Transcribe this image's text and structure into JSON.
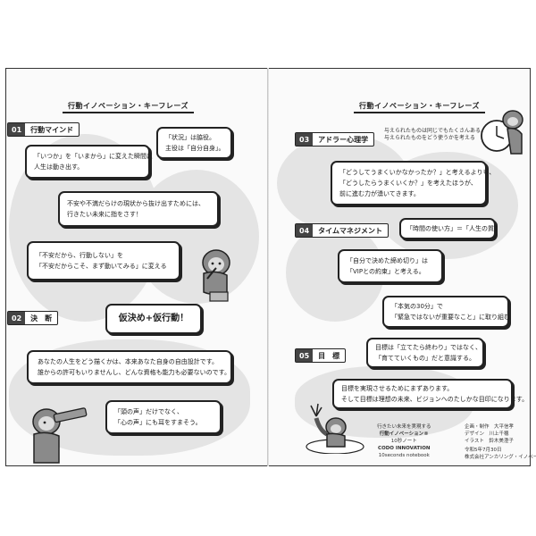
{
  "left_page": {
    "header": "行動イノベーション・キーフレーズ",
    "sections": [
      {
        "num": "01",
        "label": "行動マインド"
      },
      {
        "num": "02",
        "label": "決　断"
      }
    ],
    "bubbles": {
      "jokyo": [
        "「状況」は脇役。",
        "主役は「自分自身」。"
      ],
      "itsuka": [
        "「いつか」を「いまから」に変えた瞬間に",
        "人生は動き出す。"
      ],
      "fuan": [
        "不安や不満だらけの現状から抜け出すためには、",
        "行きたい未来に指をさす！"
      ],
      "fuan_dakara": [
        "「不安だから、行動しない」を",
        "「不安だからこそ、まず動いてみる」に変える"
      ],
      "karikime": "仮決め+仮行動！",
      "jinsei": [
        "あなたの人生をどう描くかは、本来あなた自身の自由設計です。",
        "誰からの許可もいりませんし、どんな資格も能力も必要ないのです。"
      ],
      "atama": [
        "「頭の声」だけでなく、",
        "「心の声」にも耳をすまそう。"
      ]
    }
  },
  "right_page": {
    "header": "行動イノベーション・キーフレーズ",
    "sections": [
      {
        "num": "03",
        "label": "アドラー心理学"
      },
      {
        "num": "04",
        "label": "タイムマネジメント"
      },
      {
        "num": "05",
        "label": "目　標"
      }
    ],
    "bubbles": {
      "ataerareta": [
        "与えられたものは同じでもたくさんある。",
        "与えられたものをどう使うかを考える"
      ],
      "doushite": [
        "「どうしてうまくいかなかったか？」と考えるよりも、",
        "「どうしたらうまくいくか？」を考えたほうが、",
        "前に進む力が湧いてきます。"
      ],
      "jikan": "「時間の使い方」＝「人生の質」",
      "shimekiri": [
        "「自分で決めた締め切り」は",
        "「VIPとの約束」と考える。"
      ],
      "honki": [
        "「本気の30分」で",
        "「緊急ではないが重要なこと」に取り組む"
      ],
      "mokuhyo": [
        "目標は「立てたら終わり」ではなく、",
        "「育てていくもの」だと意識する。"
      ],
      "jitsugen": [
        "目標を実現させるためにまずあります。",
        "そして目標は理想の未来、ビジョンへのたしかな目印になります。"
      ]
    },
    "credits": {
      "book_lines": [
        "行きたい未来を実現する",
        "行動イノベーション®",
        "10秒ノート"
      ],
      "brand": "CODO INNOVATION",
      "brand_sub": "10seconds notebook",
      "staff_lines": [
        "企画・制作　大平信孝",
        "デザイン　川上千穂",
        "イラスト　鈴木美澄子"
      ],
      "date": "令和5年7月30日",
      "publisher": "株式会社アンカリング・イノベーション"
    }
  }
}
